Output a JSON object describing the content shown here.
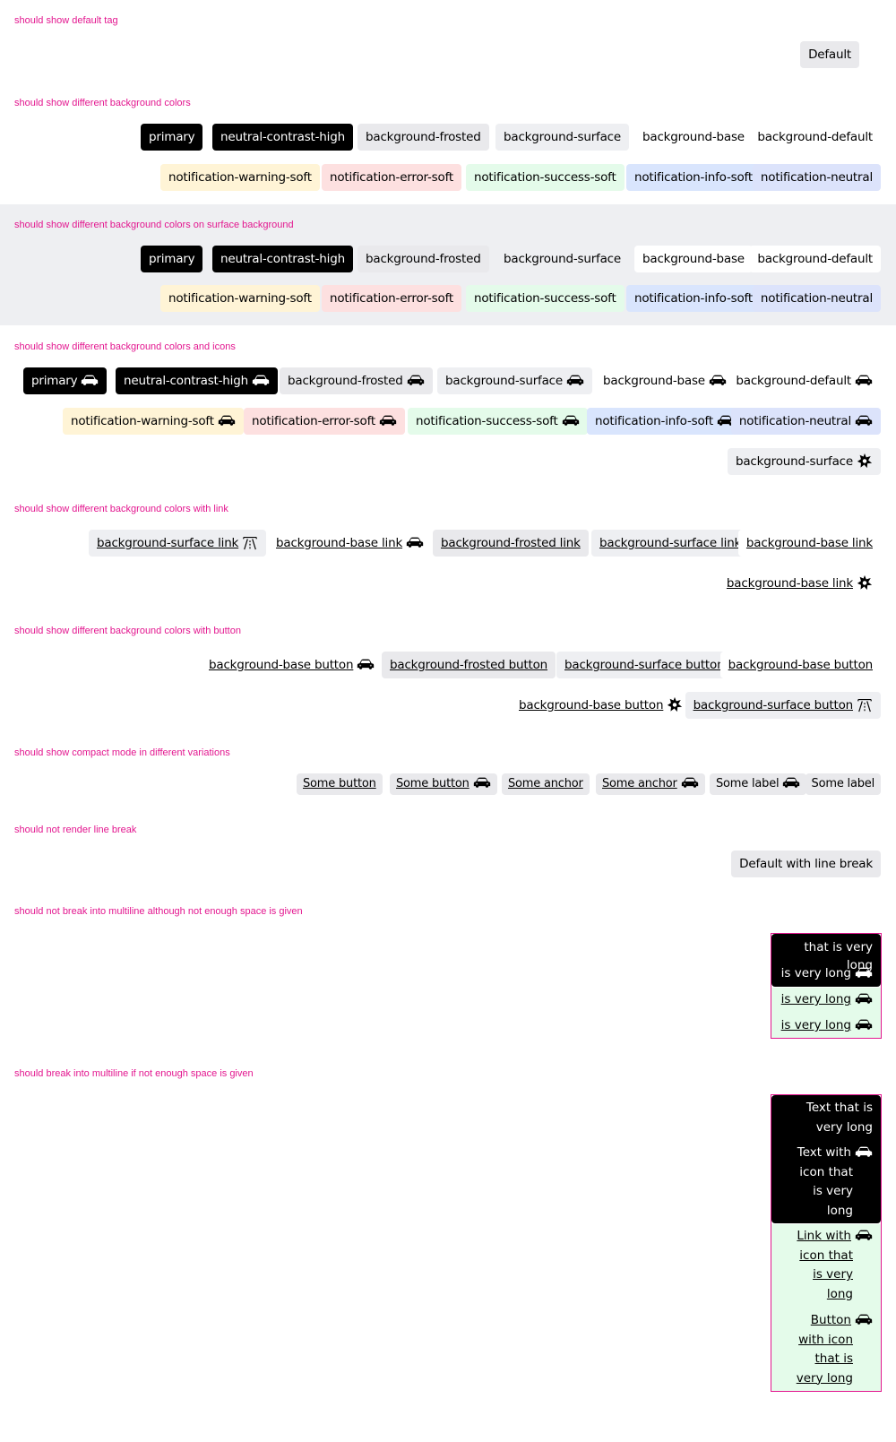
{
  "icons": {
    "car": "car-icon",
    "star": "star-burst-icon",
    "road": "road-icon"
  },
  "colors": {
    "label": "#e3168f",
    "primary": "#000000",
    "frosted": "#e9e9ec",
    "surface": "#eeeff2",
    "base": "#ffffff",
    "warning": "#fff4d6",
    "error": "#fde0e0",
    "success": "#e4fbea",
    "info": "#d9e5fd",
    "neutral": "#dce3fb"
  },
  "sections": {
    "default_tag": {
      "label": "should show default tag",
      "tag": "Default"
    },
    "bg_colors": {
      "label": "should show different background colors",
      "tags": [
        "primary",
        "neutral-contrast-high",
        "background-frosted",
        "background-surface",
        "background-base",
        "background-default",
        "notification-warning-soft",
        "notification-error-soft",
        "notification-success-soft",
        "notification-info-soft",
        "notification-neutral"
      ]
    },
    "bg_colors_surface": {
      "label": "should show different background colors on surface background",
      "tags": [
        "primary",
        "neutral-contrast-high",
        "background-frosted",
        "background-surface",
        "background-base",
        "background-default",
        "notification-warning-soft",
        "notification-error-soft",
        "notification-success-soft",
        "notification-info-soft",
        "notification-neutral"
      ]
    },
    "bg_colors_icons": {
      "label": "should show different background colors and icons",
      "tags": [
        "primary",
        "neutral-contrast-high",
        "background-frosted",
        "background-surface",
        "background-base",
        "background-default",
        "notification-warning-soft",
        "notification-error-soft",
        "notification-success-soft",
        "notification-info-soft",
        "notification-neutral",
        "background-surface"
      ]
    },
    "bg_colors_link": {
      "label": "should show different background colors with link",
      "tags": [
        "background-surface link",
        "background-base link",
        "background-frosted link",
        "background-surface link",
        "background-base link",
        "background-base link"
      ]
    },
    "bg_colors_button": {
      "label": "should show different background colors with button",
      "tags": [
        "background-base button",
        "background-frosted button",
        "background-surface button",
        "background-base button",
        "background-base button",
        "background-surface button"
      ]
    },
    "compact": {
      "label": "should show compact mode in different variations",
      "tags": [
        "Some button",
        "Some button",
        "Some anchor",
        "Some anchor",
        "Some label",
        "Some label"
      ]
    },
    "no_line_break": {
      "label": "should not render line break",
      "tag": "Default with line break"
    },
    "no_multiline": {
      "label": "should not break into multiline although not enough space is given",
      "lines": [
        "that is very long",
        "is very long",
        "is very long",
        "is very long"
      ]
    },
    "multiline": {
      "label": "should break into multiline if not enough space is given",
      "blocks": [
        [
          "Text that is",
          "very long"
        ],
        [
          "Text with",
          "icon that",
          "is very",
          "long"
        ],
        [
          "Link with",
          "icon that",
          "is very",
          "long"
        ],
        [
          "Button",
          "with icon",
          "that is",
          "very long"
        ]
      ]
    }
  }
}
